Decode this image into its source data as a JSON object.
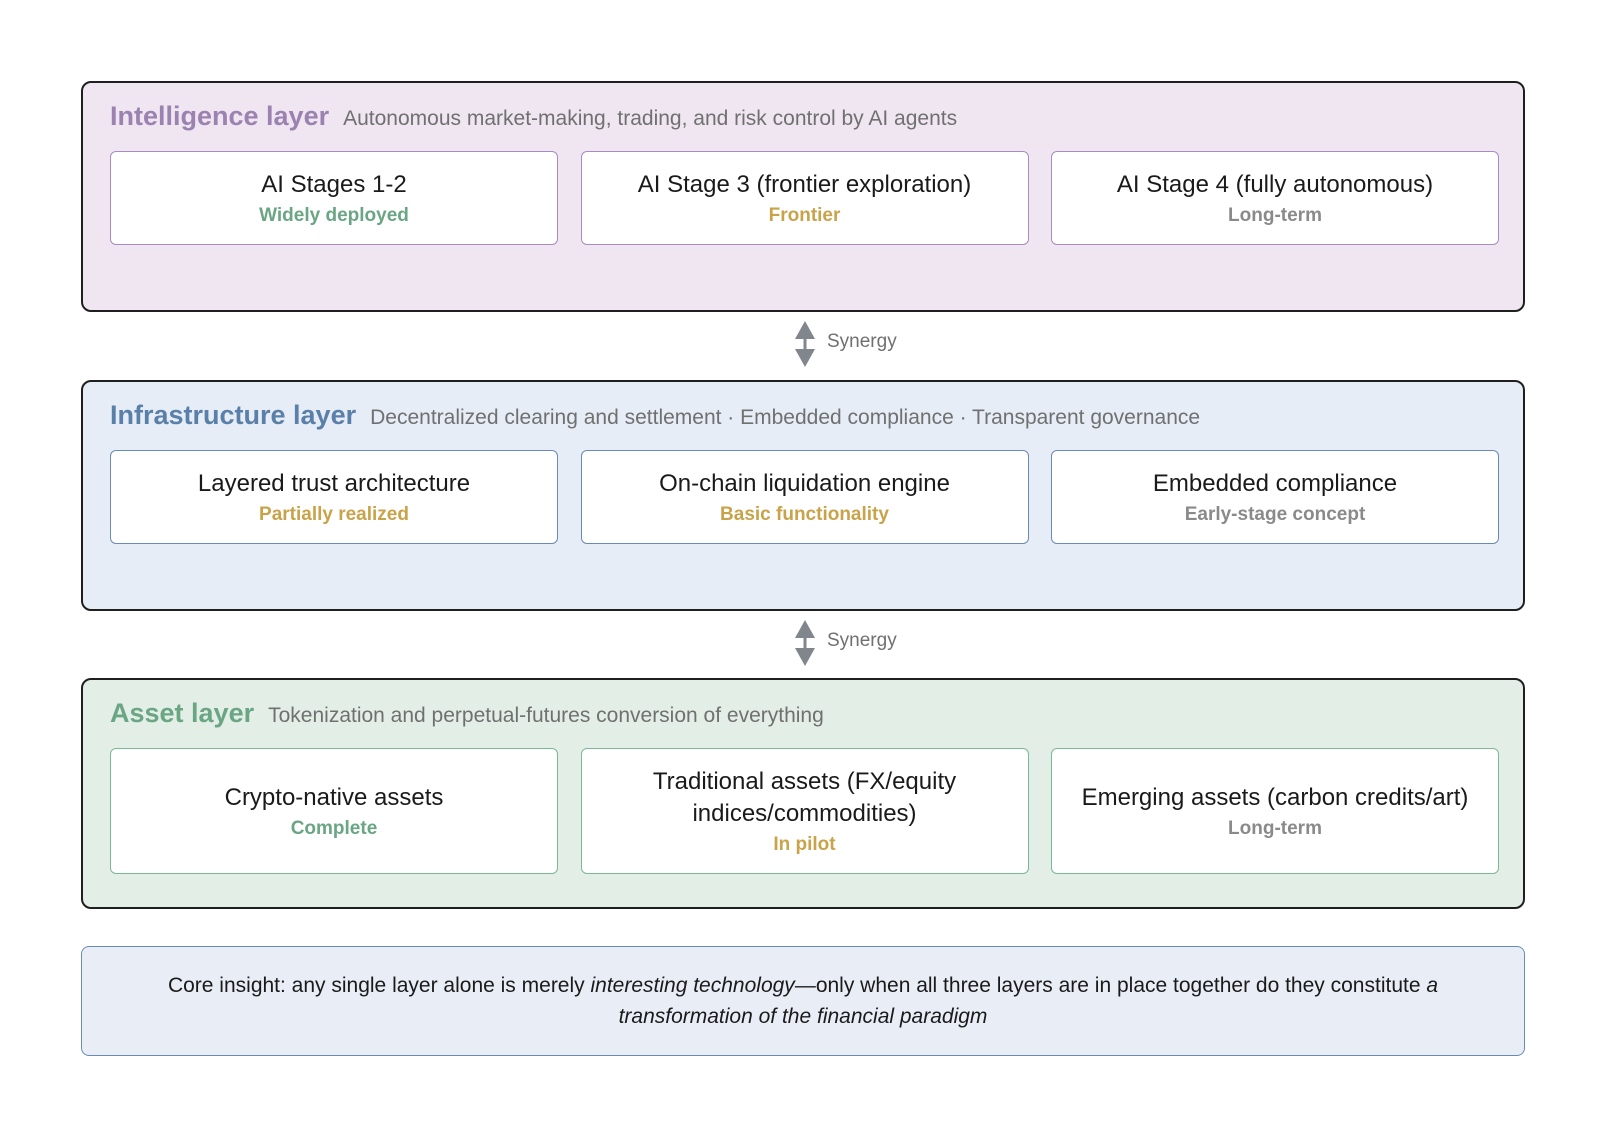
{
  "colors": {
    "intelligence_title": "#9b82b0",
    "intelligence_bg": "#efe6f1",
    "intelligence_card_border": "#a98bbf",
    "infrastructure_title": "#5a7fa8",
    "infrastructure_bg": "#e6edf6",
    "infrastructure_card_border": "#6a8bb5",
    "asset_title": "#6aa584",
    "asset_bg": "#e3efe6",
    "asset_card_border": "#7db896",
    "status_green": "#6aa584",
    "status_yellow": "#c9a34a",
    "status_gray": "#8a8a8a",
    "insight_bg": "#e9eef6",
    "connector_arrow": "#80868c"
  },
  "layers": [
    {
      "title": "Intelligence layer",
      "description": "Autonomous market-making, trading, and risk control by AI agents",
      "cards": [
        {
          "title": "AI Stages 1-2",
          "status": "Widely deployed",
          "status_color": "#6aa584"
        },
        {
          "title": "AI Stage 3 (frontier exploration)",
          "status": "Frontier",
          "status_color": "#c9a34a"
        },
        {
          "title": "AI Stage 4 (fully autonomous)",
          "status": "Long-term",
          "status_color": "#8a8a8a"
        }
      ]
    },
    {
      "title": "Infrastructure layer",
      "description": "Decentralized clearing and settlement · Embedded compliance · Transparent governance",
      "cards": [
        {
          "title": "Layered trust architecture",
          "status": "Partially realized",
          "status_color": "#c9a34a"
        },
        {
          "title": "On-chain liquidation engine",
          "status": "Basic functionality",
          "status_color": "#c9a34a"
        },
        {
          "title": "Embedded compliance",
          "status": "Early-stage concept",
          "status_color": "#8a8a8a"
        }
      ]
    },
    {
      "title": "Asset layer",
      "description": "Tokenization and perpetual-futures conversion of everything",
      "cards": [
        {
          "title": "Crypto-native assets",
          "status": "Complete",
          "status_color": "#6aa584"
        },
        {
          "title": "Traditional assets (FX/equity indices/commodities)",
          "status": "In pilot",
          "status_color": "#c9a34a"
        },
        {
          "title": "Emerging assets (carbon credits/art)",
          "status": "Long-term",
          "status_color": "#8a8a8a"
        }
      ]
    }
  ],
  "connectors": [
    {
      "label": "Synergy"
    },
    {
      "label": "Synergy"
    }
  ],
  "insight": {
    "prefix": "Core insight: any single layer alone is merely ",
    "emphasis1": "interesting technology",
    "middle": "—only when all three layers are in place together do they constitute ",
    "emphasis2": "a transformation of the financial paradigm"
  }
}
